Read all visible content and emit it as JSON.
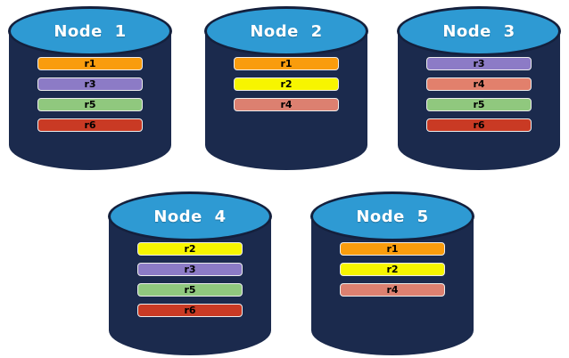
{
  "canvas": {
    "background": "#ffffff"
  },
  "colors": {
    "cylinder_body": "#1B2A4D",
    "cylinder_top": "#2E9AD3",
    "cylinder_outline": "#14203D",
    "replica_palette": {
      "r1": "#F99C0D",
      "r2": "#F7F500",
      "r3": "#8C7BC6",
      "r4": "#DC8070",
      "r5": "#90C87E",
      "r6": "#C93A24"
    }
  },
  "nodes": [
    {
      "label": "Node 1",
      "replicas": [
        {
          "label": "r1",
          "color": "#F99C0D"
        },
        {
          "label": "r3",
          "color": "#8C7BC6"
        },
        {
          "label": "r5",
          "color": "#90C87E"
        },
        {
          "label": "r6",
          "color": "#C93A24"
        }
      ]
    },
    {
      "label": "Node 2",
      "replicas": [
        {
          "label": "r1",
          "color": "#F99C0D"
        },
        {
          "label": "r2",
          "color": "#F7F500"
        },
        {
          "label": "r4",
          "color": "#DC8070"
        }
      ]
    },
    {
      "label": "Node 3",
      "replicas": [
        {
          "label": "r3",
          "color": "#8C7BC6"
        },
        {
          "label": "r4",
          "color": "#E2806C"
        },
        {
          "label": "r5",
          "color": "#90C87E"
        },
        {
          "label": "r6",
          "color": "#C93A24"
        }
      ]
    },
    {
      "label": "Node 4",
      "replicas": [
        {
          "label": "r2",
          "color": "#F7F500"
        },
        {
          "label": "r3",
          "color": "#8C7BC6"
        },
        {
          "label": "r5",
          "color": "#90C87E"
        },
        {
          "label": "r6",
          "color": "#C93A24"
        }
      ]
    },
    {
      "label": "Node 5",
      "replicas": [
        {
          "label": "r1",
          "color": "#F99C0D"
        },
        {
          "label": "r2",
          "color": "#F7F500"
        },
        {
          "label": "r4",
          "color": "#DC8070"
        }
      ]
    }
  ]
}
